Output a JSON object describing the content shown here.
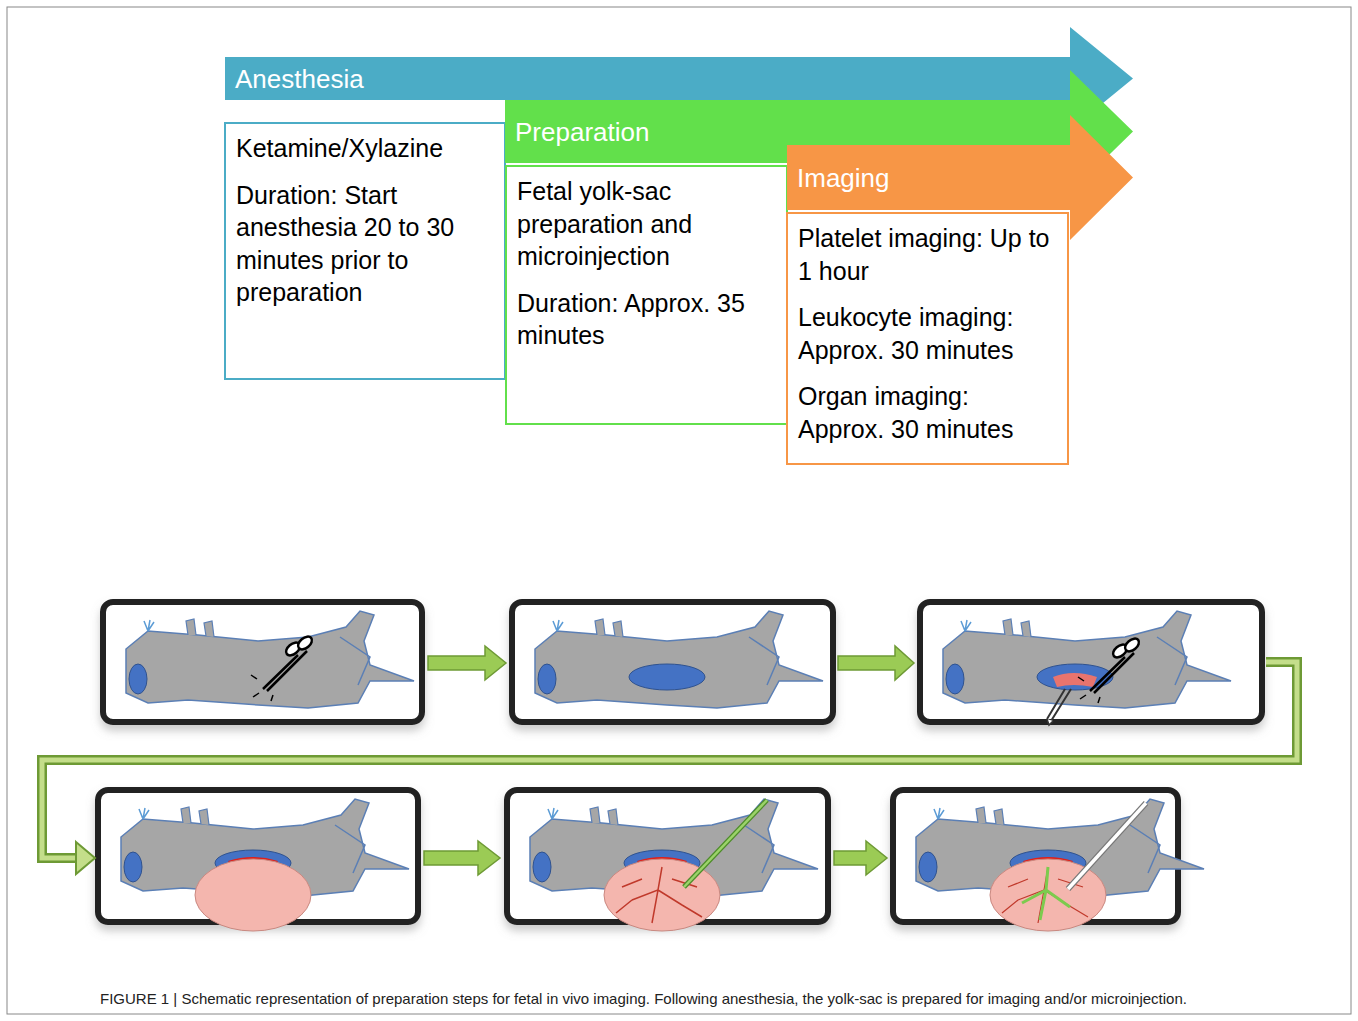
{
  "diagram": {
    "caption": "FIGURE 1 | Schematic representation of preparation steps for fetal in vivo imaging. Following anesthesia, the yolk-sac is prepared for imaging and/or microinjection.",
    "nodes": [
      {
        "text": [
          "Anesthesia"
        ]
      },
      {
        "text": [
          "Ketamine/Xylazine",
          "Duration: Start anesthesia 20 to 30 minutes prior to preparation"
        ]
      },
      {
        "text": [
          "Preparation"
        ]
      },
      {
        "text": [
          "Fetal yolk-sac preparation and microinjection",
          "Duration: Approx. 35 minutes"
        ]
      },
      {
        "text": [
          "Imaging"
        ]
      },
      {
        "text": [
          "Platelet imaging: Up to 1 hour",
          "Leukocyte imaging: Approx. 30 minutes",
          "Organ imaging: Approx. 30 minutes"
        ]
      }
    ]
  }
}
